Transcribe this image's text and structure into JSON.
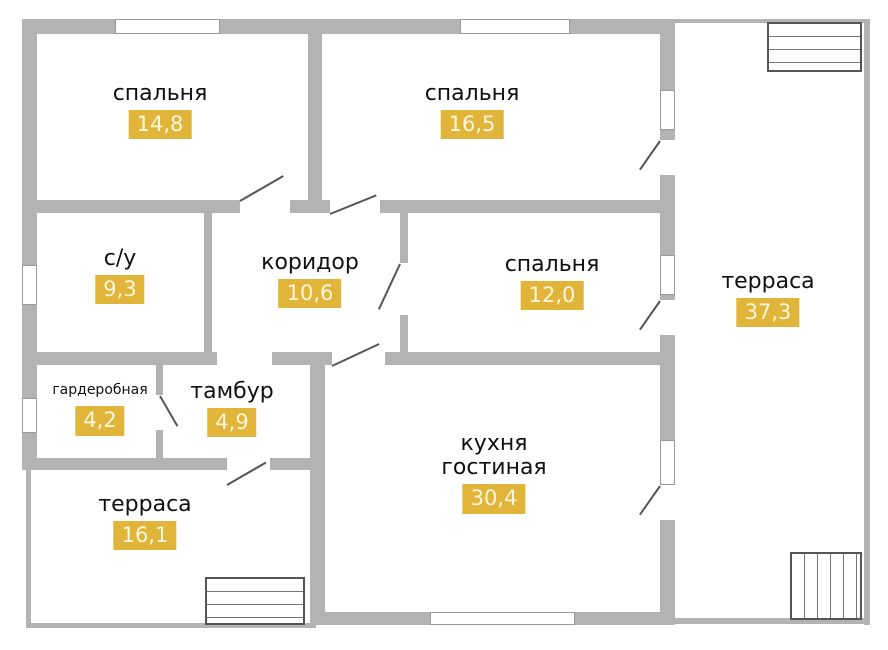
{
  "rooms": [
    {
      "name": "спальня",
      "area": "14,8"
    },
    {
      "name": "спальня",
      "area": "16,5"
    },
    {
      "name": "с/у",
      "area": "9,3"
    },
    {
      "name": "коридор",
      "area": "10,6"
    },
    {
      "name": "спальня",
      "area": "12,0"
    },
    {
      "name": "терраса",
      "area": "37,3"
    },
    {
      "name": "гардеробная",
      "area": "4,2"
    },
    {
      "name": "тамбур",
      "area": "4,9"
    },
    {
      "name": "кухня\nгостиная",
      "area": "30,4"
    },
    {
      "name": "терраса",
      "area": "16,1"
    }
  ],
  "colors": {
    "wall": "#b3b3b3",
    "area_badge": "#e1b53a"
  }
}
